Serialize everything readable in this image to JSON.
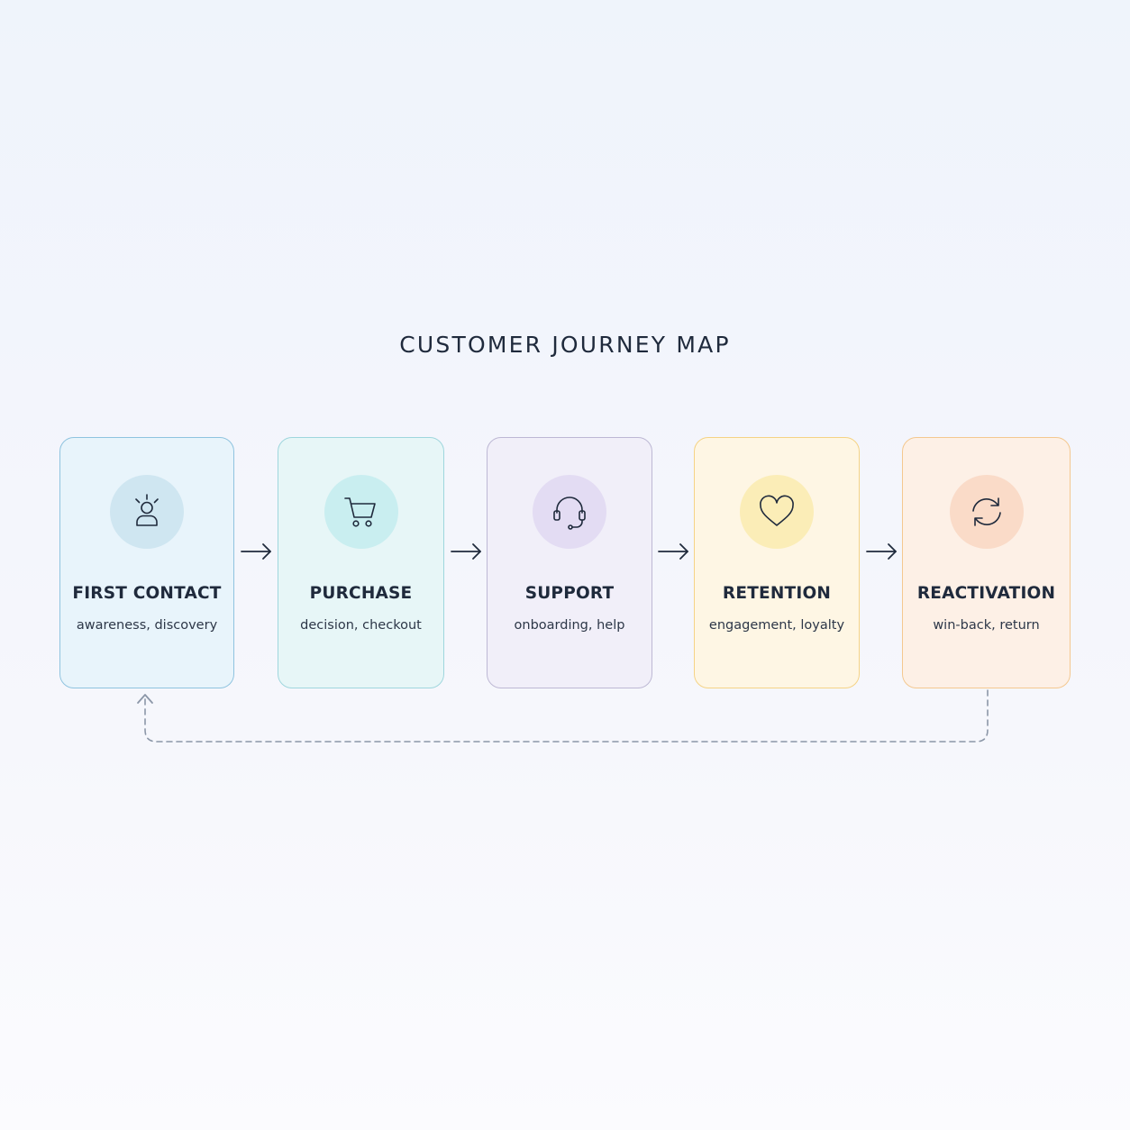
{
  "title": "CUSTOMER JOURNEY MAP",
  "stages": [
    {
      "title": "FIRST CONTACT",
      "subtitle": "awareness, discovery",
      "icon": "person-spotlight-icon",
      "bg": "#e8f4fb",
      "border": "#8fc3df",
      "circle": "#cfe6f1"
    },
    {
      "title": "PURCHASE",
      "subtitle": "decision, checkout",
      "icon": "shopping-cart-icon",
      "bg": "#e7f6f7",
      "border": "#9fd6dd",
      "circle": "#c9eef0"
    },
    {
      "title": "SUPPORT",
      "subtitle": "onboarding, help",
      "icon": "headset-icon",
      "bg": "#f1eff9",
      "border": "#bdb8d4",
      "circle": "#e3dcf3"
    },
    {
      "title": "RETENTION",
      "subtitle": "engagement, loyalty",
      "icon": "heart-icon",
      "bg": "#fef6e4",
      "border": "#f5d385",
      "circle": "#fbedb7"
    },
    {
      "title": "REACTIVATION",
      "subtitle": "win-back, return",
      "icon": "refresh-icon",
      "bg": "#fdf0e6",
      "border": "#f4c890",
      "circle": "#fadbc8"
    }
  ],
  "colors": {
    "ink": "#1f2a3c",
    "loop": "#8c97a8"
  }
}
